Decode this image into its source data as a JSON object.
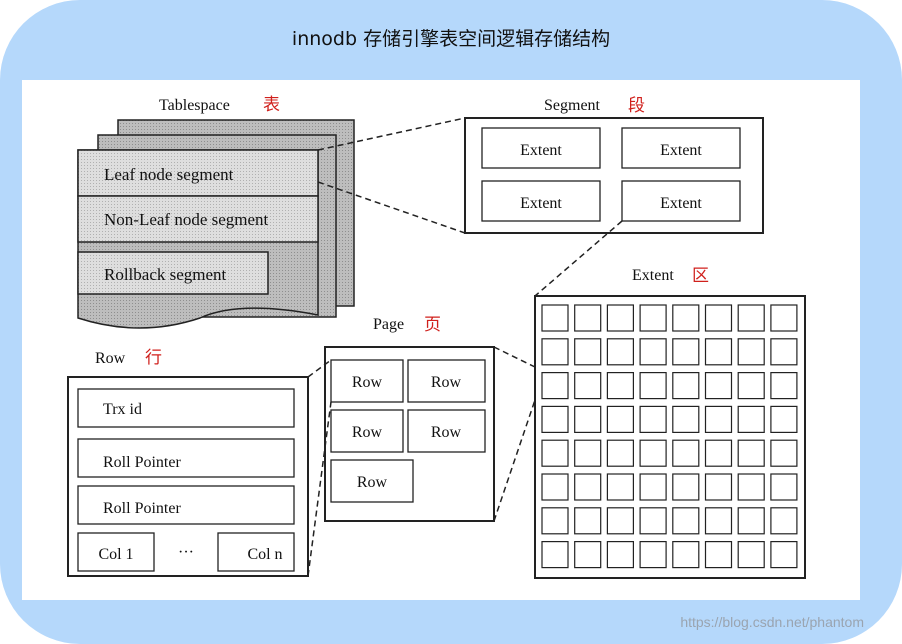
{
  "title": "innodb 存储引擎表空间逻辑存储结构",
  "tablespace": {
    "label": "Tablespace",
    "label_cn": "表",
    "segments": [
      "Leaf node segment",
      "Non-Leaf node segment",
      "Rollback segment"
    ]
  },
  "segment": {
    "label": "Segment",
    "label_cn": "段",
    "extents": [
      "Extent",
      "Extent",
      "Extent",
      "Extent"
    ]
  },
  "extent": {
    "label": "Extent",
    "label_cn": "区",
    "grid_rows": 8,
    "grid_cols": 8
  },
  "page": {
    "label": "Page",
    "label_cn": "页",
    "rows": [
      "Row",
      "Row",
      "Row",
      "Row",
      "Row"
    ]
  },
  "row": {
    "label": "Row",
    "label_cn": "行",
    "fields": [
      "Trx id",
      "Roll Pointer",
      "Roll Pointer"
    ],
    "col_first": "Col 1",
    "col_ellipsis": "···",
    "col_last": "Col n"
  },
  "watermark": "https://blog.csdn.net/phantom",
  "colors": {
    "frame": "#b5d8fb",
    "accent_cn": "#d0201c",
    "segment_fill": "#d9d9d9",
    "stack_fill": "#b8b8b8"
  }
}
